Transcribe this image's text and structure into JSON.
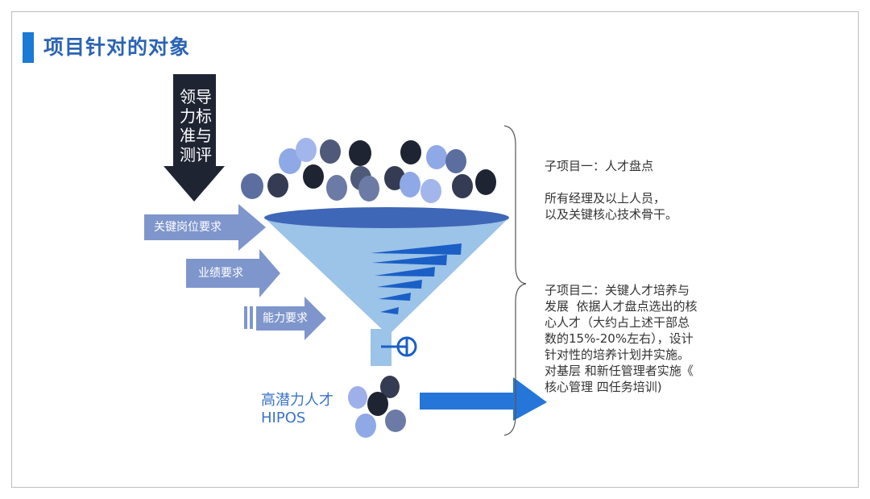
{
  "title": "项目针对的对象",
  "down_arrow_text": "领导力标准与测评",
  "input_arrows": [
    {
      "label": "关键岗位要求"
    },
    {
      "label": "业绩要求"
    },
    {
      "label": "能力要求"
    }
  ],
  "output": {
    "line1": "高潜力人才",
    "line2": "HIPOS"
  },
  "projects": [
    {
      "heading": "子项目一：人才盘点",
      "lines": [
        "所有经理及以上人员，",
        "以及关键核心技术骨干。"
      ]
    },
    {
      "lines": [
        "子项目二：关键人才培养与",
        "发展  依据人才盘点选出的核",
        "心人才（大约占上述干部总",
        "数的15%-20%左右），设计",
        "针对性的培养计划并实施。",
        "对基层 和新任管理者实施《",
        "核心管理 四任务培训)"
      ]
    }
  ],
  "colors": {
    "accent": "#1a7ad4",
    "title": "#2b64b4",
    "funnel": "#9cc3e8",
    "dark_arrow": "#1f2433",
    "light_arrow": "#7f96cc"
  }
}
